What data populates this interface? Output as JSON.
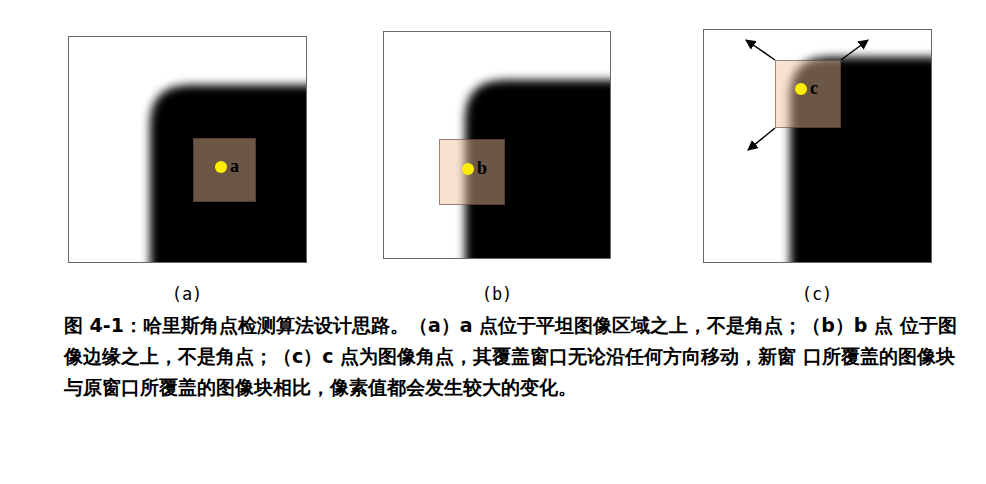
{
  "diagram": {
    "caption": "图 4-1：哈里斯角点检测算法设计思路。（a）a 点位于平坦图像区域之上，不是角点；（b）b 点 位于图像边缘之上，不是角点；（c）c 点为图像角点，其覆盖窗口无论沿任何方向移动，新窗 口所覆盖的图像块与原窗口所覆盖的图像块相比，像素值都会发生较大的变化。",
    "nodes": [
      {
        "text": [
          "a"
        ]
      },
      {
        "text": [
          "b"
        ]
      },
      {
        "text": [
          "c"
        ]
      }
    ],
    "labels": [
      "(a)",
      "(b)",
      "(c)"
    ]
  }
}
